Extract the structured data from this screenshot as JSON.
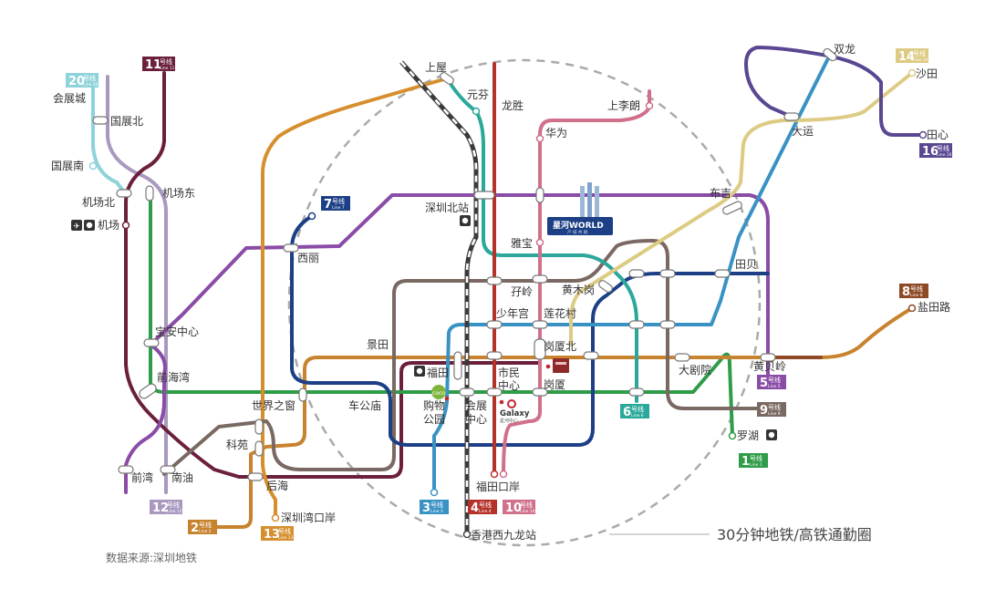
{
  "colors": {
    "line1": "#2E9C48",
    "line2": "#C8832F",
    "line3": "#3A92C4",
    "line4": "#B5322A",
    "line5": "#8A4CA6",
    "line6": "#2BA89B",
    "line7": "#1C3F86",
    "line8": "#8E4A26",
    "line9": "#7A6862",
    "line10": "#D0708A",
    "line11": "#6B1F3C",
    "line12": "#A999BF",
    "line13": "#D68F2E",
    "line14": "#DDCB84",
    "line16": "#5A4792",
    "line20": "#8ED3DA",
    "hsr": "#444444",
    "circle": "#AAAAAA",
    "text": "#333333"
  },
  "badges": [
    {
      "num": "20",
      "hao": "号线",
      "en": "Line 20",
      "color": "#8ED3DA"
    },
    {
      "num": "11",
      "hao": "号线",
      "en": "Line 11",
      "color": "#6B1F3C"
    },
    {
      "num": "7",
      "hao": "号线",
      "en": "Line 7",
      "color": "#1C3F86"
    },
    {
      "num": "14",
      "hao": "号线",
      "en": "Line 14",
      "color": "#DDCB84"
    },
    {
      "num": "16",
      "hao": "号线",
      "en": "Line 16",
      "color": "#5A4792"
    },
    {
      "num": "8",
      "hao": "号线",
      "en": "Line 8",
      "color": "#8E4A26"
    },
    {
      "num": "5",
      "hao": "号线",
      "en": "Line 5",
      "color": "#8A4CA6"
    },
    {
      "num": "9",
      "hao": "号线",
      "en": "Line 9",
      "color": "#7A6862"
    },
    {
      "num": "6",
      "hao": "号线",
      "en": "Line 6",
      "color": "#2BA89B"
    },
    {
      "num": "1",
      "hao": "号线",
      "en": "Line 1",
      "color": "#2E9C48"
    },
    {
      "num": "12",
      "hao": "号线",
      "en": "Line 12",
      "color": "#A999BF"
    },
    {
      "num": "2",
      "hao": "号线",
      "en": "Line 2",
      "color": "#C8832F"
    },
    {
      "num": "13",
      "hao": "号线",
      "en": "Line 13",
      "color": "#D68F2E"
    },
    {
      "num": "3",
      "hao": "号线",
      "en": "Line 3",
      "color": "#3A92C4"
    },
    {
      "num": "4",
      "hao": "号线",
      "en": "Line 4",
      "color": "#B5322A"
    },
    {
      "num": "10",
      "hao": "号线",
      "en": "Line 10",
      "color": "#D0708A"
    }
  ],
  "stations": {
    "huizhancheng": "会展城",
    "guozhanbei": "国展北",
    "guozhannan": "国展南",
    "jichangbei": "机场北",
    "jichangdong": "机场东",
    "jichang": "机场",
    "xili": "西丽",
    "baoanzhongxin": "宝安中心",
    "qianhaiwan": "前海湾",
    "shijiezhichuang": "世界之窗",
    "keyuan": "科苑",
    "houhai": "后海",
    "qianwan": "前湾",
    "nanyou": "南油",
    "shenzhenwankouan": "深圳湾口岸",
    "shangwu": "上屋",
    "yuanfen": "元芬",
    "longsheng": "龙胜",
    "shanglilang": "上李朗",
    "huawei": "华为",
    "shenzhenbeizhan": "深圳北站",
    "yabao": "雅宝",
    "ziling": "孖岭",
    "huangmugang": "黄木岗",
    "shaoniangong": "少年宫",
    "lianhuacun": "莲花村",
    "jingtian": "景田",
    "futian": "福田",
    "gangxiabei": "岗厦北",
    "shimin": "市民",
    "zhongxin": "中心",
    "gangxia": "岗厦",
    "chegongmiao": "车公庙",
    "gouwu": "购物",
    "gongyuan": "公园",
    "huizhan": "会展",
    "zhongxin2": "中心",
    "futiankouan": "福田口岸",
    "xianggangxijiulong": "香港西九龙站",
    "shuanglong": "双龙",
    "shatian": "沙田",
    "dayun": "大运",
    "tianxin": "田心",
    "buji": "布吉",
    "tianbei": "田贝",
    "yantianlu": "盐田路",
    "dajuyuan": "大剧院",
    "huangbeiling": "黄贝岭",
    "luohu": "罗湖"
  },
  "pois": {
    "world": "星河WORLD",
    "world_sub": "产 城 共 融",
    "coco": "coco",
    "galaxy": "Galaxy",
    "galaxy_sub": "星河中心"
  },
  "caption": "30分钟地铁/高铁通勤圈",
  "source": "数据来源:深圳地铁"
}
